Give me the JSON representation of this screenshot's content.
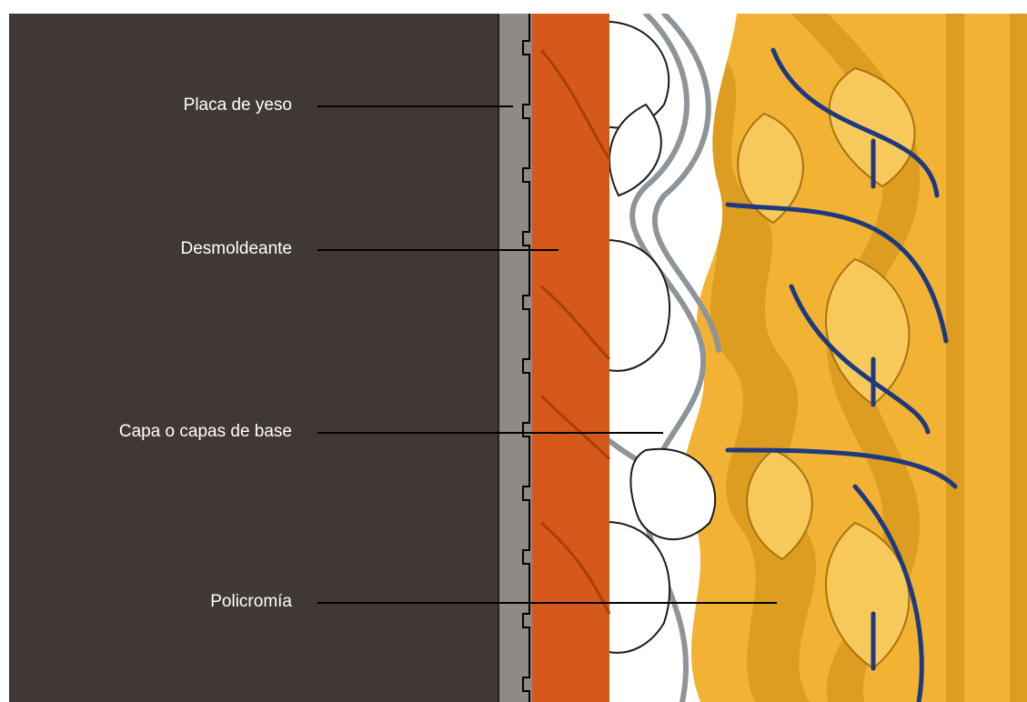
{
  "labels": {
    "l1": "Placa de yeso",
    "l2": "Desmoldeante",
    "l3": "Capa o capas de base",
    "l4": "Policromía"
  },
  "colors": {
    "background": "#403834",
    "plaster_board": "#8f8a86",
    "release_agent": "#d4591a",
    "base_layers": "#ffffff",
    "polychrome_gold": "#f2b233",
    "polychrome_blue": "#1d3a80",
    "leader_line": "#000000"
  },
  "icons": [
    "plaster-board-layer",
    "release-agent-layer",
    "base-layer",
    "polychrome-layer",
    "ornament-leaves"
  ]
}
